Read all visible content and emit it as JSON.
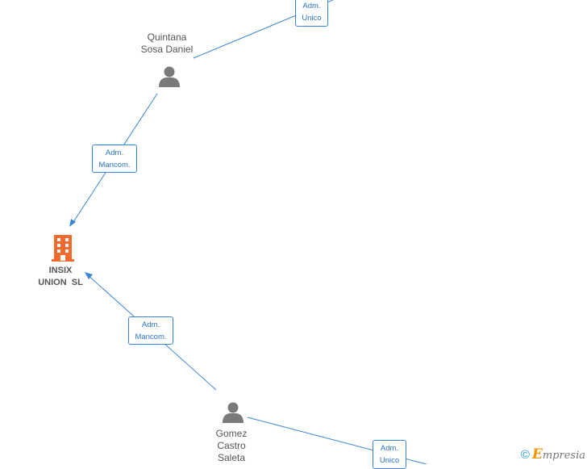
{
  "nodes": {
    "company": {
      "name_line1": "INSIX",
      "name_line2": "UNION  SL",
      "icon": "building-icon",
      "color": "#f26a2e"
    },
    "person_top": {
      "name_line1": "Quintana",
      "name_line2": "Sosa Daniel",
      "icon": "person-icon",
      "color": "#7a7a7a"
    },
    "person_bottom": {
      "name_line1": "Gomez",
      "name_line2": "Castro",
      "name_line3": "Saleta",
      "icon": "person-icon",
      "color": "#7a7a7a"
    }
  },
  "edges": {
    "top_offscreen": {
      "line1": "Adm.",
      "line2": "Unico"
    },
    "quintana_to_company": {
      "line1": "Adm.",
      "line2": "Mancom."
    },
    "gomez_to_company": {
      "line1": "Adm.",
      "line2": "Mancom."
    },
    "bottom_offscreen": {
      "line1": "Adm.",
      "line2": "Unico"
    }
  },
  "colors": {
    "edge": "#3a86d4",
    "edge_text": "#2a74c2"
  },
  "watermark": {
    "symbol": "©",
    "brand_initial": "E",
    "brand_rest": "mpresia"
  }
}
